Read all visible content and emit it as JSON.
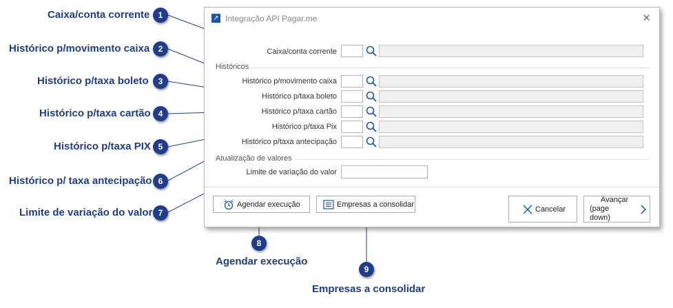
{
  "annotations": [
    {
      "num": "1",
      "label": "Caixa/conta corrente"
    },
    {
      "num": "2",
      "label": "Histórico p/movimento caixa"
    },
    {
      "num": "3",
      "label": "Histórico p/taxa boleto"
    },
    {
      "num": "4",
      "label": "Histórico p/taxa cartão"
    },
    {
      "num": "5",
      "label": "Histórico p/taxa PIX"
    },
    {
      "num": "6",
      "label": "Histórico p/ taxa antecipação"
    },
    {
      "num": "7",
      "label": "Limite de variação do valor"
    },
    {
      "num": "8",
      "label": "Agendar execução"
    },
    {
      "num": "9",
      "label": "Empresas a consolidar"
    }
  ],
  "dialog": {
    "title": "Integração API Pagar.me",
    "close_icon": "close-icon",
    "fields": {
      "caixa": "Caixa/conta corrente",
      "historicos_section": "Históricos",
      "movimento": "Histórico p/movimento caixa",
      "boleto": "Histórico p/taxa boleto",
      "cartao": "Histórico p/taxa cartão",
      "pix": "Histórico p/taxa Pix",
      "antecipacao": "Histórico p/taxa antecipação",
      "atualizacao_section": "Atualização de valores",
      "limite": "Limite de variação do valor"
    },
    "buttons": {
      "agendar": "Agendar execução",
      "empresas": "Empresas a consolidar",
      "cancelar": "Cancelar",
      "avancar_line1": "Avançar",
      "avancar_line2": "(page down)"
    }
  },
  "colors": {
    "annotation": "#1f3d8a",
    "accent": "#1c56a8"
  }
}
